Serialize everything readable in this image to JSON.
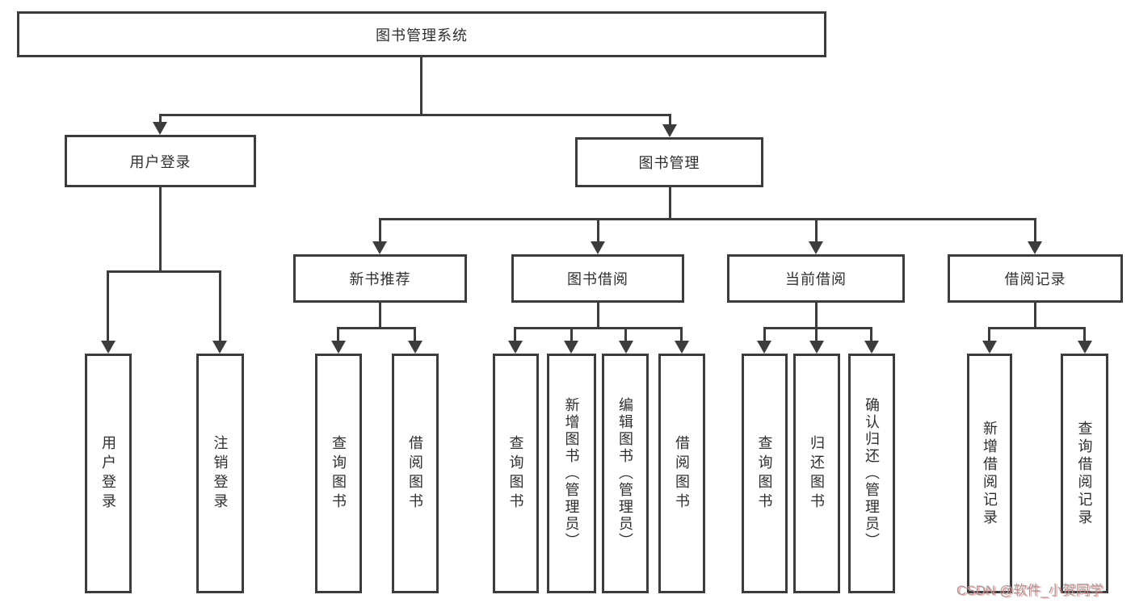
{
  "diagram": {
    "title": "图书管理系统",
    "hierarchy": {
      "图书管理系统": {
        "用户登录": [
          "用户登录",
          "注销登录"
        ],
        "图书管理": {
          "新书推荐": [
            "查询图书",
            "借阅图书"
          ],
          "图书借阅": [
            "查询图书",
            "新增图书（管理员）",
            "编辑图书（管理员）",
            "借阅图书"
          ],
          "当前借阅": [
            "查询图书",
            "归还图书",
            "确认归还（管理员）"
          ],
          "借阅记录": [
            "新增借阅记录",
            "查询借阅记录"
          ]
        }
      }
    }
  },
  "nodes": [
    {
      "id": "root",
      "label": "图书管理系统"
    },
    {
      "id": "user-login-group",
      "label": "用户登录"
    },
    {
      "id": "book-management",
      "label": "图书管理"
    },
    {
      "id": "new-book-recommend",
      "label": "新书推荐"
    },
    {
      "id": "book-borrowing",
      "label": "图书借阅"
    },
    {
      "id": "current-borrowing",
      "label": "当前借阅"
    },
    {
      "id": "borrowing-records",
      "label": "借阅记录"
    },
    {
      "id": "leaf-user-login",
      "label": "用户登录"
    },
    {
      "id": "leaf-logout",
      "label": "注销登录"
    },
    {
      "id": "leaf-query-book-1",
      "label": "查询图书"
    },
    {
      "id": "leaf-borrow-book-1",
      "label": "借阅图书"
    },
    {
      "id": "leaf-query-book-2",
      "label": "查询图书"
    },
    {
      "id": "leaf-add-book",
      "label": "新增图书（管理员）"
    },
    {
      "id": "leaf-edit-book",
      "label": "编辑图书（管理员）"
    },
    {
      "id": "leaf-borrow-book-2",
      "label": "借阅图书"
    },
    {
      "id": "leaf-query-book-3",
      "label": "查询图书"
    },
    {
      "id": "leaf-return-book",
      "label": "归还图书"
    },
    {
      "id": "leaf-confirm-return",
      "label": "确认归还（管理员）"
    },
    {
      "id": "leaf-add-record",
      "label": "新增借阅记录"
    },
    {
      "id": "leaf-query-record",
      "label": "查询借阅记录"
    }
  ],
  "watermark": "CSDN @软件_小贺同学",
  "colors": {
    "line": "#3c3c3c",
    "box_background": "#ffffff",
    "text": "#2f2f2f",
    "watermark_gray": "#9e9e9e",
    "watermark_red": "#fa555a"
  }
}
